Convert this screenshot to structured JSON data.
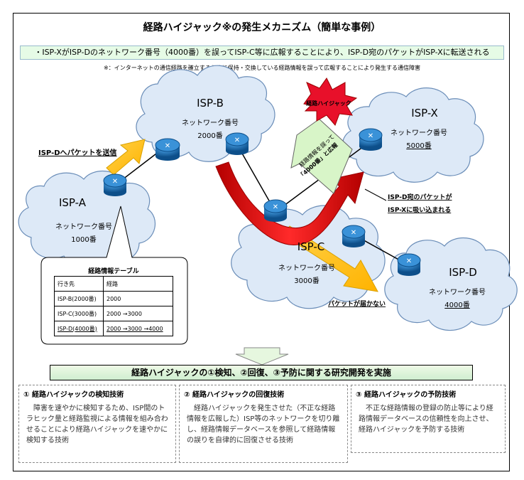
{
  "title": "経路ハイジャック※の発生メカニズム（簡単な事例）",
  "summary": "・ISP-XがISP-Dのネットワーク番号（4000番）を誤ってISP-C等に広報することにより、ISP-D宛のパケットがISP-Xに転送される",
  "footnote": "※：インターネットの通信経路を確立するために保持・交換している経路情報を誤って広報することにより発生する通信障害",
  "clouds": {
    "isp_a": {
      "name": "ISP-A",
      "label": "ネットワーク番号",
      "number": "1000番"
    },
    "isp_b": {
      "name": "ISP-B",
      "label": "ネットワーク番号",
      "number": "2000番"
    },
    "isp_c": {
      "name": "ISP-C",
      "label": "ネットワーク番号",
      "number": "3000番"
    },
    "isp_d": {
      "name": "ISP-D",
      "label": "ネットワーク番号",
      "number": "4000番"
    },
    "isp_x": {
      "name": "ISP-X",
      "label": "ネットワーク番号",
      "number": "5000番"
    }
  },
  "annotations": {
    "send_packet": "ISP-Dへパケットを送信",
    "hijack_burst": "経路ハイジャック",
    "wrong_advert": "経路情報を誤って「4000番」と広報",
    "absorbed_1": "ISP-D宛のパケットが",
    "absorbed_2": "ISP-Xに吸い込まれる",
    "not_arrive": "パケットが届かない"
  },
  "routing_table": {
    "title": "経路情報テーブル",
    "headers": [
      "行き先",
      "経路"
    ],
    "rows": [
      [
        "ISP-B(2000番)",
        "2000"
      ],
      [
        "ISP-C(3000番)",
        "2000 →3000"
      ],
      [
        "ISP-D(4000番)",
        "2000 →3000 →4000"
      ]
    ]
  },
  "banner": "経路ハイジャックの①検知、②回復、③予防に関する研究開発を実施",
  "panels": [
    {
      "heading": "① 経路ハイジャックの検知技術",
      "body": "障害を速やかに検知するため、ISP間のトラヒック量と経路監視による情報を組み合わせることにより経路ハイジャックを速やかに検知する技術"
    },
    {
      "heading": "② 経路ハイジャックの回復技術",
      "body": "経路ハイジャックを発生させた（不正な経路情報を広報した）ISP等のネットワークを切り離し、経路情報データベースを参照して経路情報の誤りを自律的に回復させる技術"
    },
    {
      "heading": "③ 経路ハイジャックの予防技術",
      "body": "不正な経路情報の登録の防止等により経路情報データベースの信頼性を向上させ、経路ハイジャックを予防する技術"
    }
  ],
  "colors": {
    "cloud": "#dde9f7",
    "cloud_edge": "#6a8db8",
    "router": "#1f6fb5",
    "arrow_red": "#d40000",
    "arrow_yellow": "#ffc000",
    "arrow_green": "#d8f5c8",
    "burst": "#e8102a"
  }
}
